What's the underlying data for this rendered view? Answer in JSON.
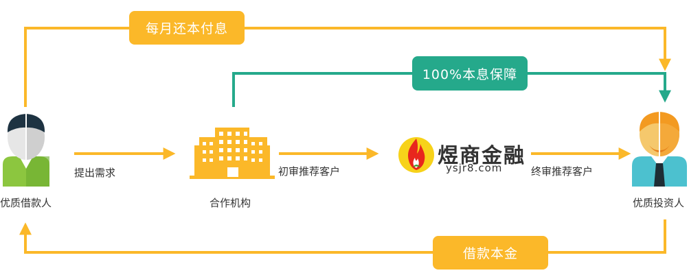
{
  "nodes": {
    "borrower": "优质借款人",
    "institution": "合作机构",
    "investor": "优质投资人"
  },
  "edges": {
    "submit_request": "提出需求",
    "initial_review": "初审推荐客户",
    "final_review": "终审推荐客户"
  },
  "flows": {
    "monthly_repayment": "每月还本付息",
    "guarantee": "100%本息保障",
    "loan_principal": "借款本金"
  },
  "platform": {
    "name": "煜商金融",
    "url": "ysjr8.com"
  },
  "colors": {
    "orange": "#fbb829",
    "teal": "#25a98b",
    "logo_yellow": "#f7d21a",
    "logo_red": "#e8261d"
  }
}
